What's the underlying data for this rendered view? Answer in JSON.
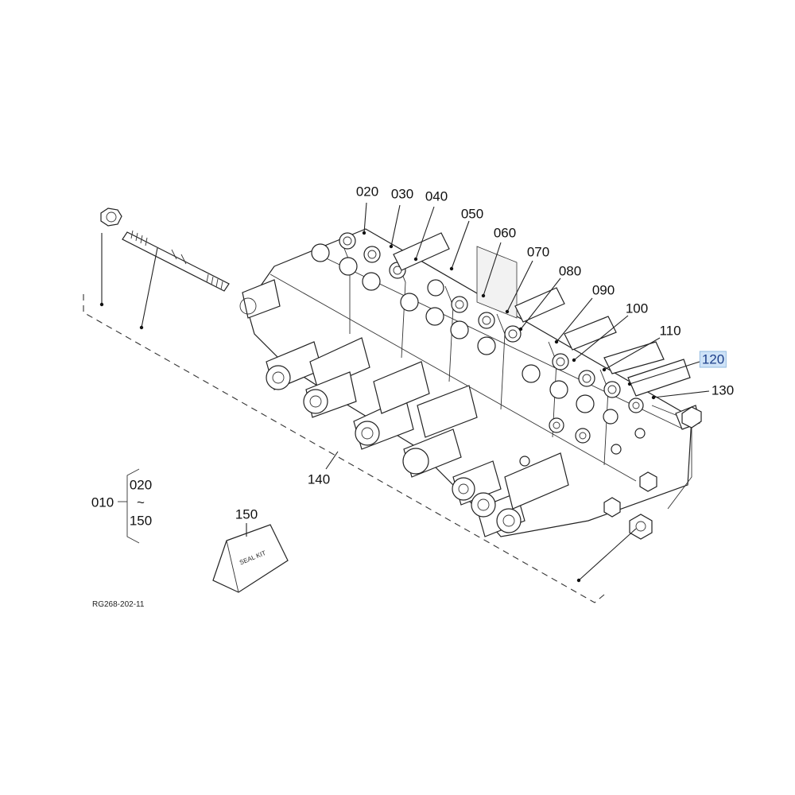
{
  "diagram": {
    "callouts": [
      {
        "id": "020",
        "text": "020"
      },
      {
        "id": "030",
        "text": "030"
      },
      {
        "id": "040",
        "text": "040"
      },
      {
        "id": "050",
        "text": "050"
      },
      {
        "id": "060",
        "text": "060"
      },
      {
        "id": "070",
        "text": "070"
      },
      {
        "id": "080",
        "text": "080"
      },
      {
        "id": "090",
        "text": "090"
      },
      {
        "id": "100",
        "text": "100"
      },
      {
        "id": "110",
        "text": "110"
      },
      {
        "id": "120",
        "text": "120",
        "highlighted": true
      },
      {
        "id": "130",
        "text": "130"
      },
      {
        "id": "140",
        "text": "140"
      },
      {
        "id": "150",
        "text": "150"
      }
    ],
    "assembly_note": {
      "parent": "010",
      "range_start": "020",
      "range_symbol": "~",
      "range_end": "150"
    },
    "seal_kit_label": "SEAL KIT",
    "reference_code": "RG268-202-11",
    "highlight_color": "#cfe3f7"
  }
}
